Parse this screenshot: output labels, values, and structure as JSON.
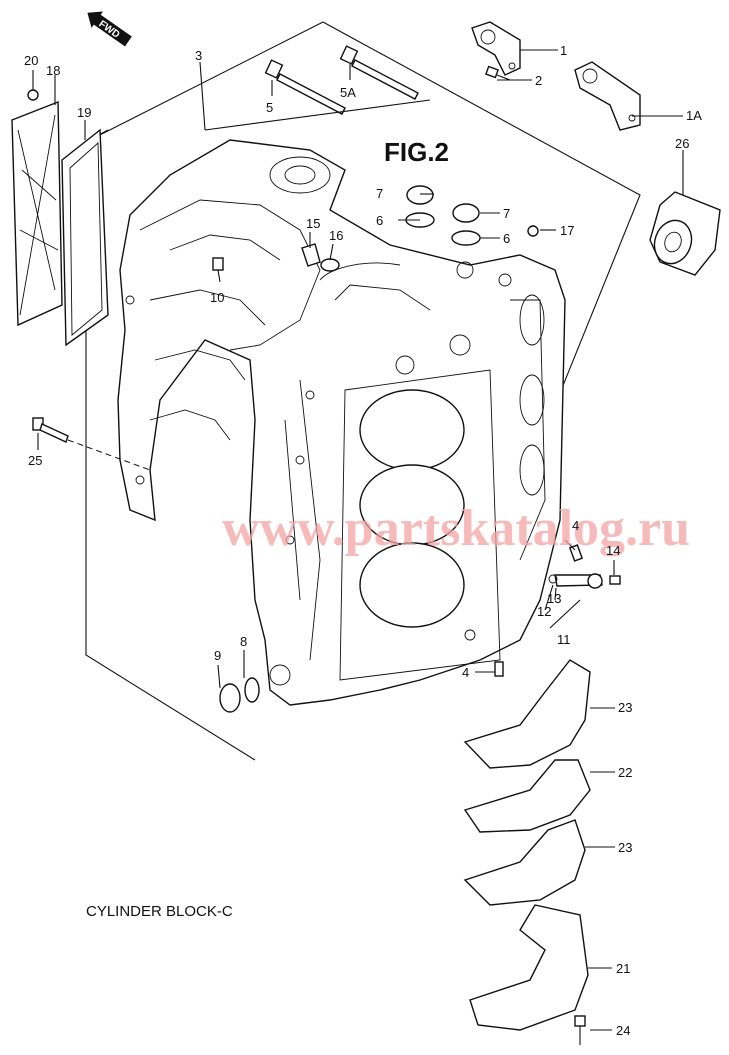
{
  "figure_title": "FIG.2",
  "caption": "CYLINDER BLOCK-C",
  "watermark": "www.partskatalog.ru",
  "direction_marker": "FWD",
  "callouts": {
    "c1": "1",
    "c1A": "1A",
    "c2": "2",
    "c3": "3",
    "c4a": "4",
    "c4b": "4",
    "c5": "5",
    "c5A": "5A",
    "c6a": "6",
    "c6b": "6",
    "c7a": "7",
    "c7b": "7",
    "c8": "8",
    "c9": "9",
    "c10": "10",
    "c11": "11",
    "c12": "12",
    "c13": "13",
    "c14": "14",
    "c15": "15",
    "c16": "16",
    "c17": "17",
    "c18": "18",
    "c19": "19",
    "c20": "20",
    "c21": "21",
    "c22": "22",
    "c23a": "23",
    "c23b": "23",
    "c24": "24",
    "c25": "25",
    "c26": "26"
  },
  "colors": {
    "line": "#111111",
    "watermark": "#f4a3a3",
    "background": "#ffffff"
  },
  "icons": {
    "direction": "fwd-arrow-icon"
  }
}
